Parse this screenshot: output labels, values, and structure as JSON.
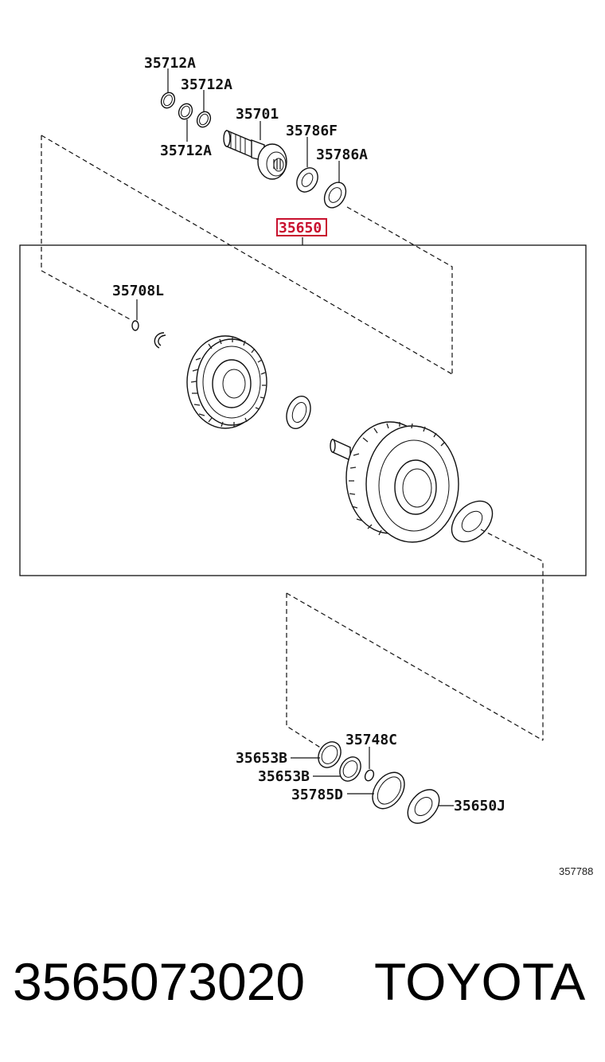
{
  "diagram": {
    "labels": [
      {
        "id": "l1",
        "text": "35712A"
      },
      {
        "id": "l2",
        "text": "35712A"
      },
      {
        "id": "l3",
        "text": "35712A"
      },
      {
        "id": "l4",
        "text": "35701"
      },
      {
        "id": "l5",
        "text": "35786F"
      },
      {
        "id": "l6",
        "text": "35786A"
      },
      {
        "id": "l7",
        "text": "35650",
        "highlighted": true
      },
      {
        "id": "l8",
        "text": "35708L"
      },
      {
        "id": "l9",
        "text": "35748C"
      },
      {
        "id": "l10",
        "text": "35653B"
      },
      {
        "id": "l11",
        "text": "35653B"
      },
      {
        "id": "l12",
        "text": "35785D"
      },
      {
        "id": "l13",
        "text": "35650J"
      }
    ],
    "diagram_id": "357788",
    "highlight_color": "#c8102e"
  },
  "footer": {
    "part_number": "3565073020",
    "brand": "TOYOTA"
  }
}
